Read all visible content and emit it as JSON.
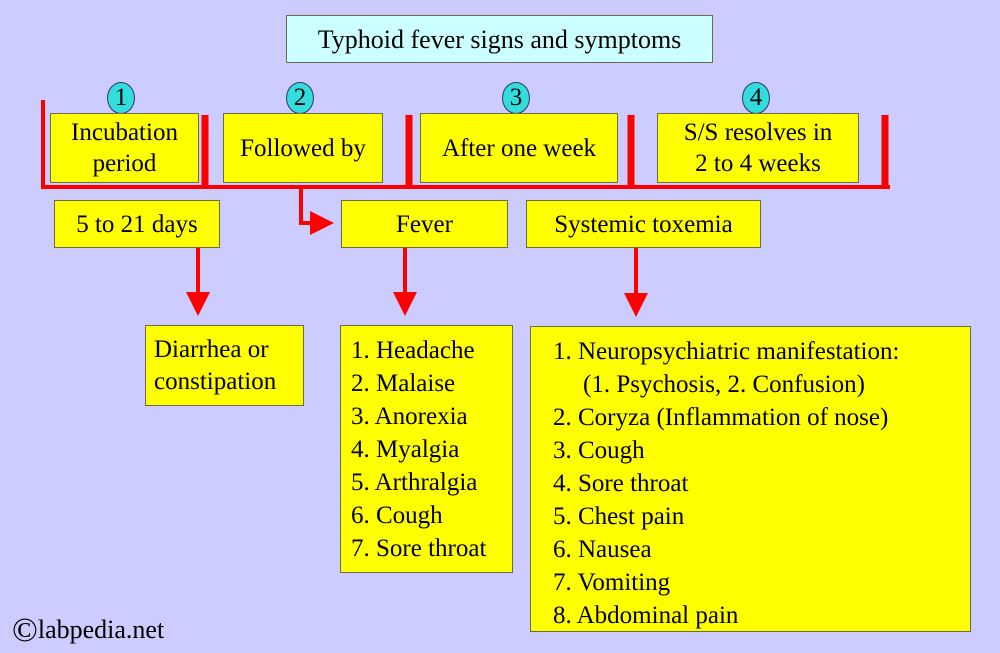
{
  "title": "Typhoid fever signs and symptoms",
  "stages": [
    {
      "number": "1",
      "label_lines": [
        "Incubation",
        "period"
      ]
    },
    {
      "number": "2",
      "label": "Followed by"
    },
    {
      "number": "3",
      "label": "After one week"
    },
    {
      "number": "4",
      "label_lines": [
        "S/S resolves in",
        "2 to 4 weeks"
      ]
    }
  ],
  "incubation_duration": "5 to 21 days",
  "fever": "Fever",
  "systemic": "Systemic toxemia",
  "incubation_symptoms": [
    "Diarrhea or",
    "constipation"
  ],
  "fever_symptoms": [
    "1. Headache",
    "2. Malaise",
    "3. Anorexia",
    "4. Myalgia",
    "5. Arthralgia",
    "6. Cough",
    "7. Sore throat"
  ],
  "toxemia_symptoms": [
    "1. Neuropsychiatric manifestation:",
    "(1. Psychosis, 2. Confusion)",
    "2. Coryza (Inflammation of nose)",
    "3. Cough",
    "4. Sore throat",
    "5. Chest pain",
    "6. Nausea",
    "7. Vomiting",
    "8. Abdominal pain"
  ],
  "watermark": "labpedia.net",
  "colors": {
    "background": "#ccccff",
    "box": "#ffff00",
    "title_box": "#ccffff",
    "line": "#ff0000",
    "circle": "#33dddd"
  }
}
